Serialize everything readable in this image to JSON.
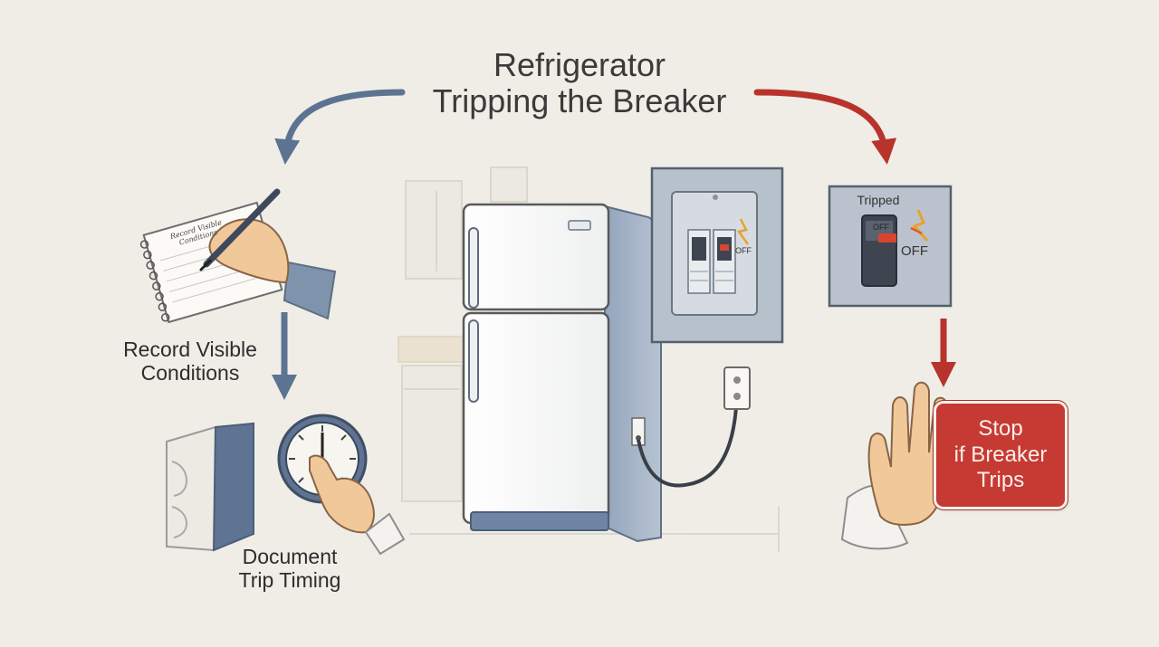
{
  "title": {
    "line1": "Refrigerator",
    "line2": "Tripping the Breaker"
  },
  "steps": {
    "record": {
      "line1": "Record Visible",
      "line2": "Conditions"
    },
    "timing": {
      "line1": "Document",
      "line2": "Trip Timing"
    },
    "stop": {
      "line1": "Stop",
      "line2": "if Breaker",
      "line3": "Trips"
    }
  },
  "notebook": {
    "line1": "Record Visible",
    "line2": "Conditions"
  },
  "breaker_panel": {
    "off_label": "OFF"
  },
  "tripped_breaker": {
    "tripped_label": "Tripped",
    "switch_label": "OFF",
    "off_label": "OFF"
  },
  "colors": {
    "background": "#efede6",
    "blue_arrow": "#5c7391",
    "red_arrow": "#b8332c",
    "stop_sign": "#c63a34",
    "fridge": "#f7f7f4",
    "fridge_side": "#a9b6c8",
    "skin": "#f0c89a",
    "sleeve": "#7f93ad"
  }
}
